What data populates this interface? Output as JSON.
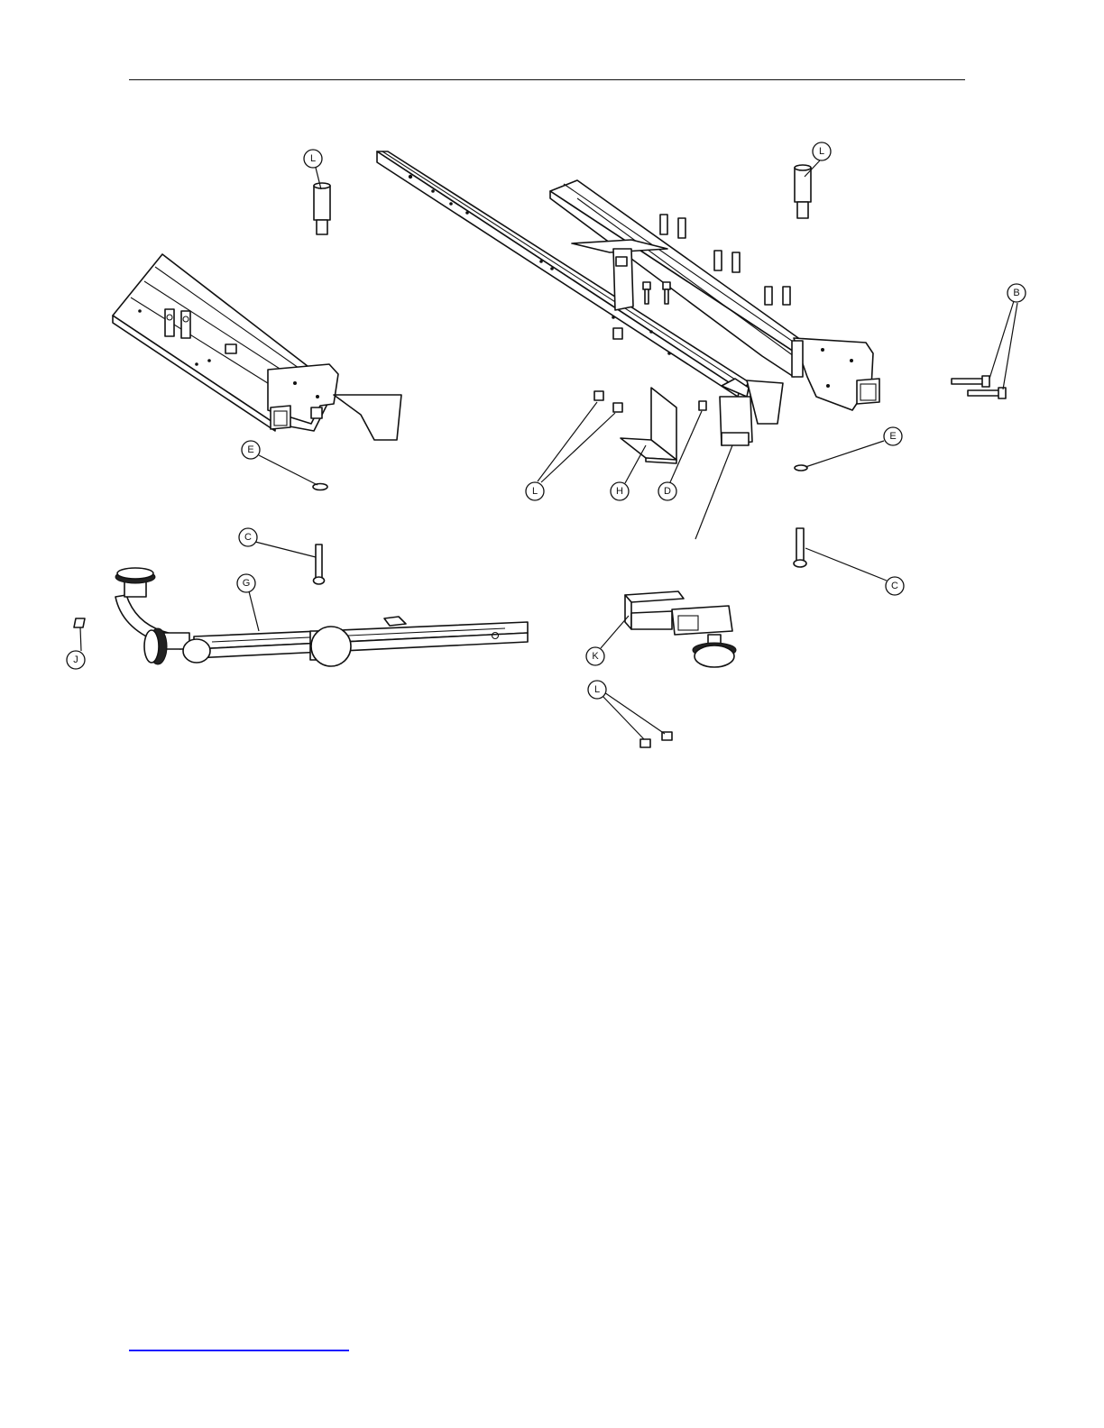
{
  "colors": {
    "line": "#111111",
    "background": "#ffffff",
    "link_underline": "#1a1aff"
  },
  "callouts": [
    {
      "id": "callout-L-top-left",
      "label": "L",
      "part": "pin-upper-left"
    },
    {
      "id": "callout-L-top-right",
      "label": "L",
      "part": "pin-upper-right"
    },
    {
      "id": "callout-B",
      "label": "B",
      "part": "bolts-right"
    },
    {
      "id": "callout-E-left",
      "label": "E",
      "part": "washer-left"
    },
    {
      "id": "callout-E-right",
      "label": "E",
      "part": "washer-right"
    },
    {
      "id": "callout-L-middle",
      "label": "L",
      "part": "nuts-middle"
    },
    {
      "id": "callout-H",
      "label": "H",
      "part": "angle-bracket"
    },
    {
      "id": "callout-D",
      "label": "D",
      "part": "small-nut"
    },
    {
      "id": "callout-C-left",
      "label": "C",
      "part": "pin-left"
    },
    {
      "id": "callout-C-right",
      "label": "C",
      "part": "pin-right"
    },
    {
      "id": "callout-G",
      "label": "G",
      "part": "rip-fence-arm"
    },
    {
      "id": "callout-J",
      "label": "J",
      "part": "label-tag"
    },
    {
      "id": "callout-K",
      "label": "K",
      "part": "clamp-bracket"
    },
    {
      "id": "callout-L-bottom",
      "label": "L",
      "part": "nuts-bottom"
    }
  ]
}
